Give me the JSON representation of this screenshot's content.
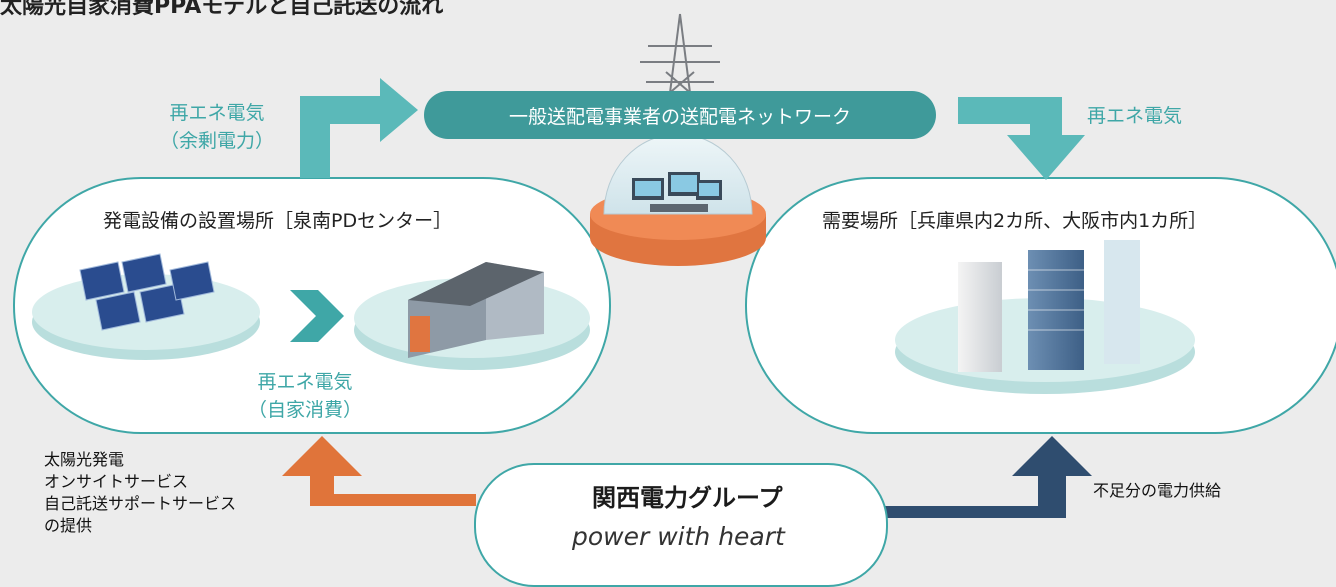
{
  "title": "太陽光自家消費PPAモデルと自己託送の流れ",
  "network": {
    "label": "一般送配電事業者の送配電ネットワーク"
  },
  "left_flow": {
    "line1": "再エネ電気",
    "line2": "（余剰電力）"
  },
  "right_flow": {
    "label": "再エネ電気"
  },
  "self_flow": {
    "line1": "再エネ電気",
    "line2": "（自家消費）"
  },
  "generation_site": {
    "title": "発電設備の設置場所［泉南PDセンター］"
  },
  "demand_site": {
    "title": "需要場所［兵庫県内2カ所、大阪市内1カ所］"
  },
  "services": {
    "lines": [
      "太陽光発電",
      "オンサイトサービス",
      "自己託送サポートサービス",
      "の提供"
    ]
  },
  "shortfall": {
    "label": "不足分の電力供給"
  },
  "kansai": {
    "name": "関西電力グループ",
    "slogan": "power with heart"
  },
  "colors": {
    "teal": "#3fa7a7",
    "teal_arrow": "#5bb9b9",
    "orange": "#e0743a",
    "navy": "#2f4d6f",
    "background": "#ececec"
  }
}
